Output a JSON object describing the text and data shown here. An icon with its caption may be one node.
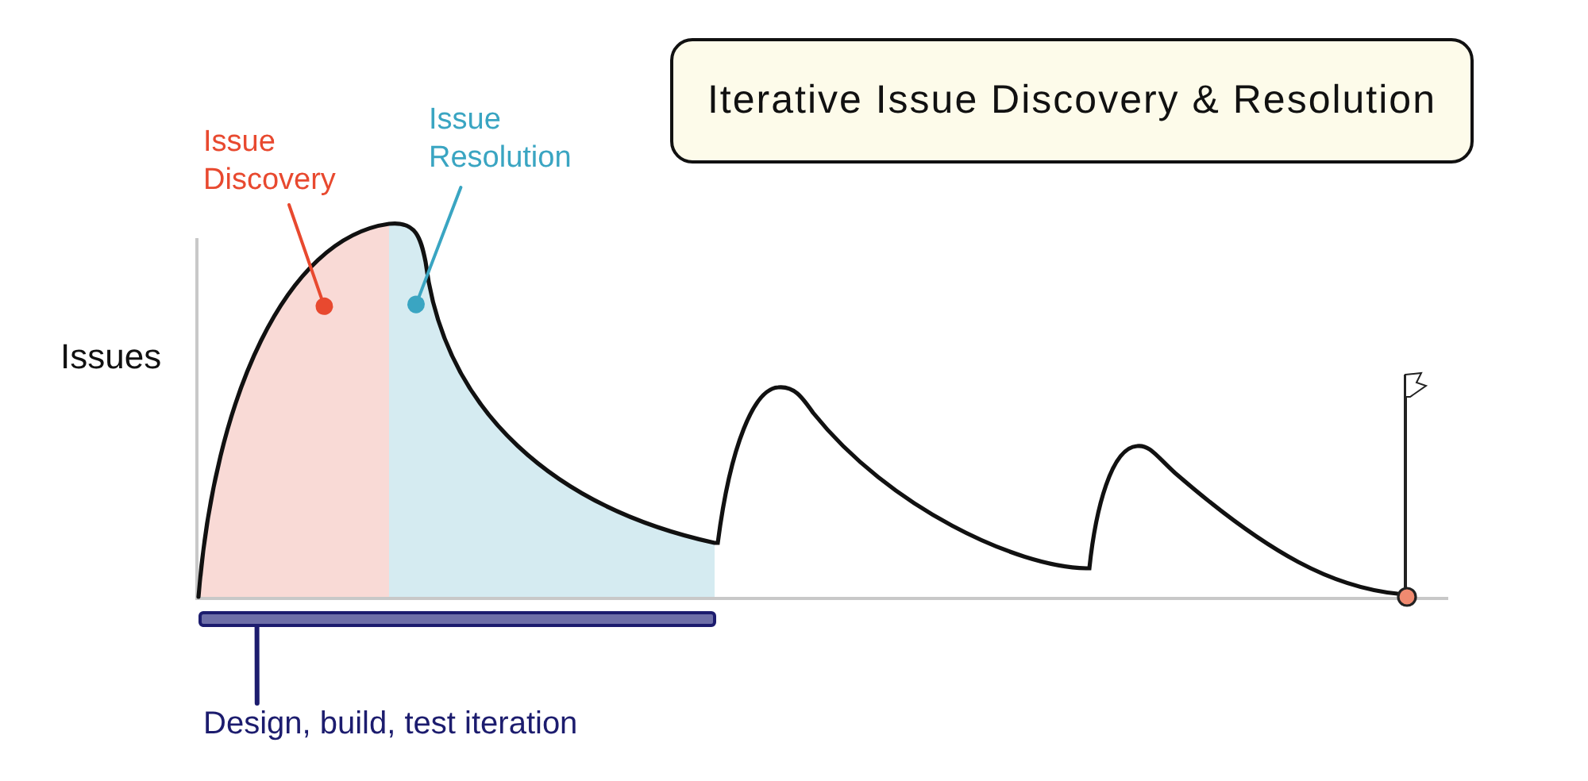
{
  "diagram": {
    "title": "Iterative Issue Discovery & Resolution",
    "nodes": [
      {
        "text": [
          "Issue Discovery"
        ]
      },
      {
        "text": [],
        "shape": "area"
      },
      {
        "text": [
          "Issue Resolution"
        ]
      },
      {
        "text": [],
        "shape": "area"
      },
      {
        "text": [
          "Design, build, test iteration"
        ]
      },
      {
        "text": [],
        "shape": "bar"
      }
    ],
    "edges": [
      {
        "from": 0,
        "to": 1,
        "arrow": "other",
        "color": "#e8492f"
      },
      {
        "from": 2,
        "to": 3,
        "arrow": "other",
        "color": "#3aa5c2"
      },
      {
        "from": 4,
        "to": 5,
        "arrow": "none",
        "color": "#1c1c6e"
      }
    ],
    "labels": [
      "Issues"
    ]
  }
}
